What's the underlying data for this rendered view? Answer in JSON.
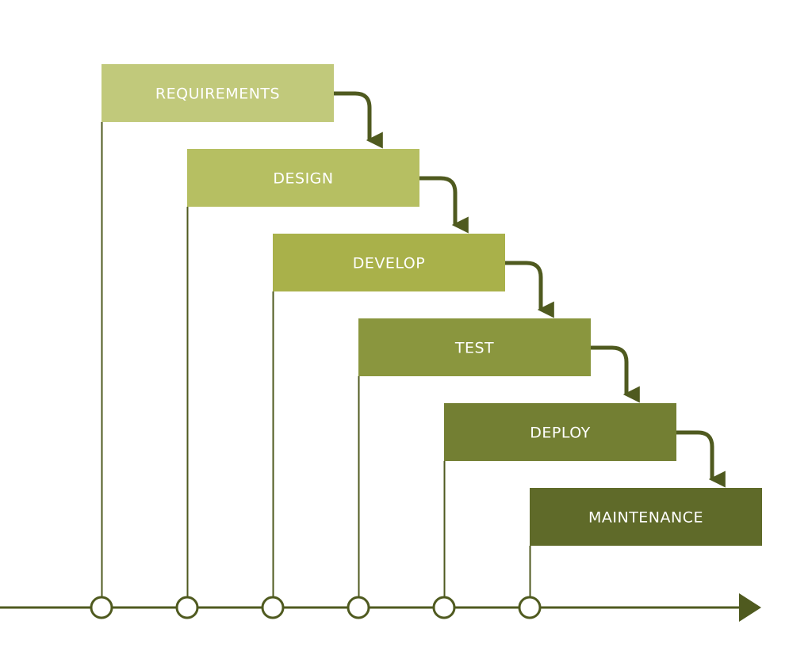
{
  "diagram": {
    "type": "waterfall",
    "colors": {
      "line": "#4f5a1f",
      "text": "#ffffff",
      "marker_fill": "#ffffff"
    },
    "steps": [
      {
        "label": "REQUIREMENTS",
        "color": "#c1c97b"
      },
      {
        "label": "DESIGN",
        "color": "#b6bf62"
      },
      {
        "label": "DEVELOP",
        "color": "#a9b14a"
      },
      {
        "label": "TEST",
        "color": "#8a963e"
      },
      {
        "label": "DEPLOY",
        "color": "#737f33"
      },
      {
        "label": "MAINTENANCE",
        "color": "#5f6a29"
      }
    ]
  }
}
